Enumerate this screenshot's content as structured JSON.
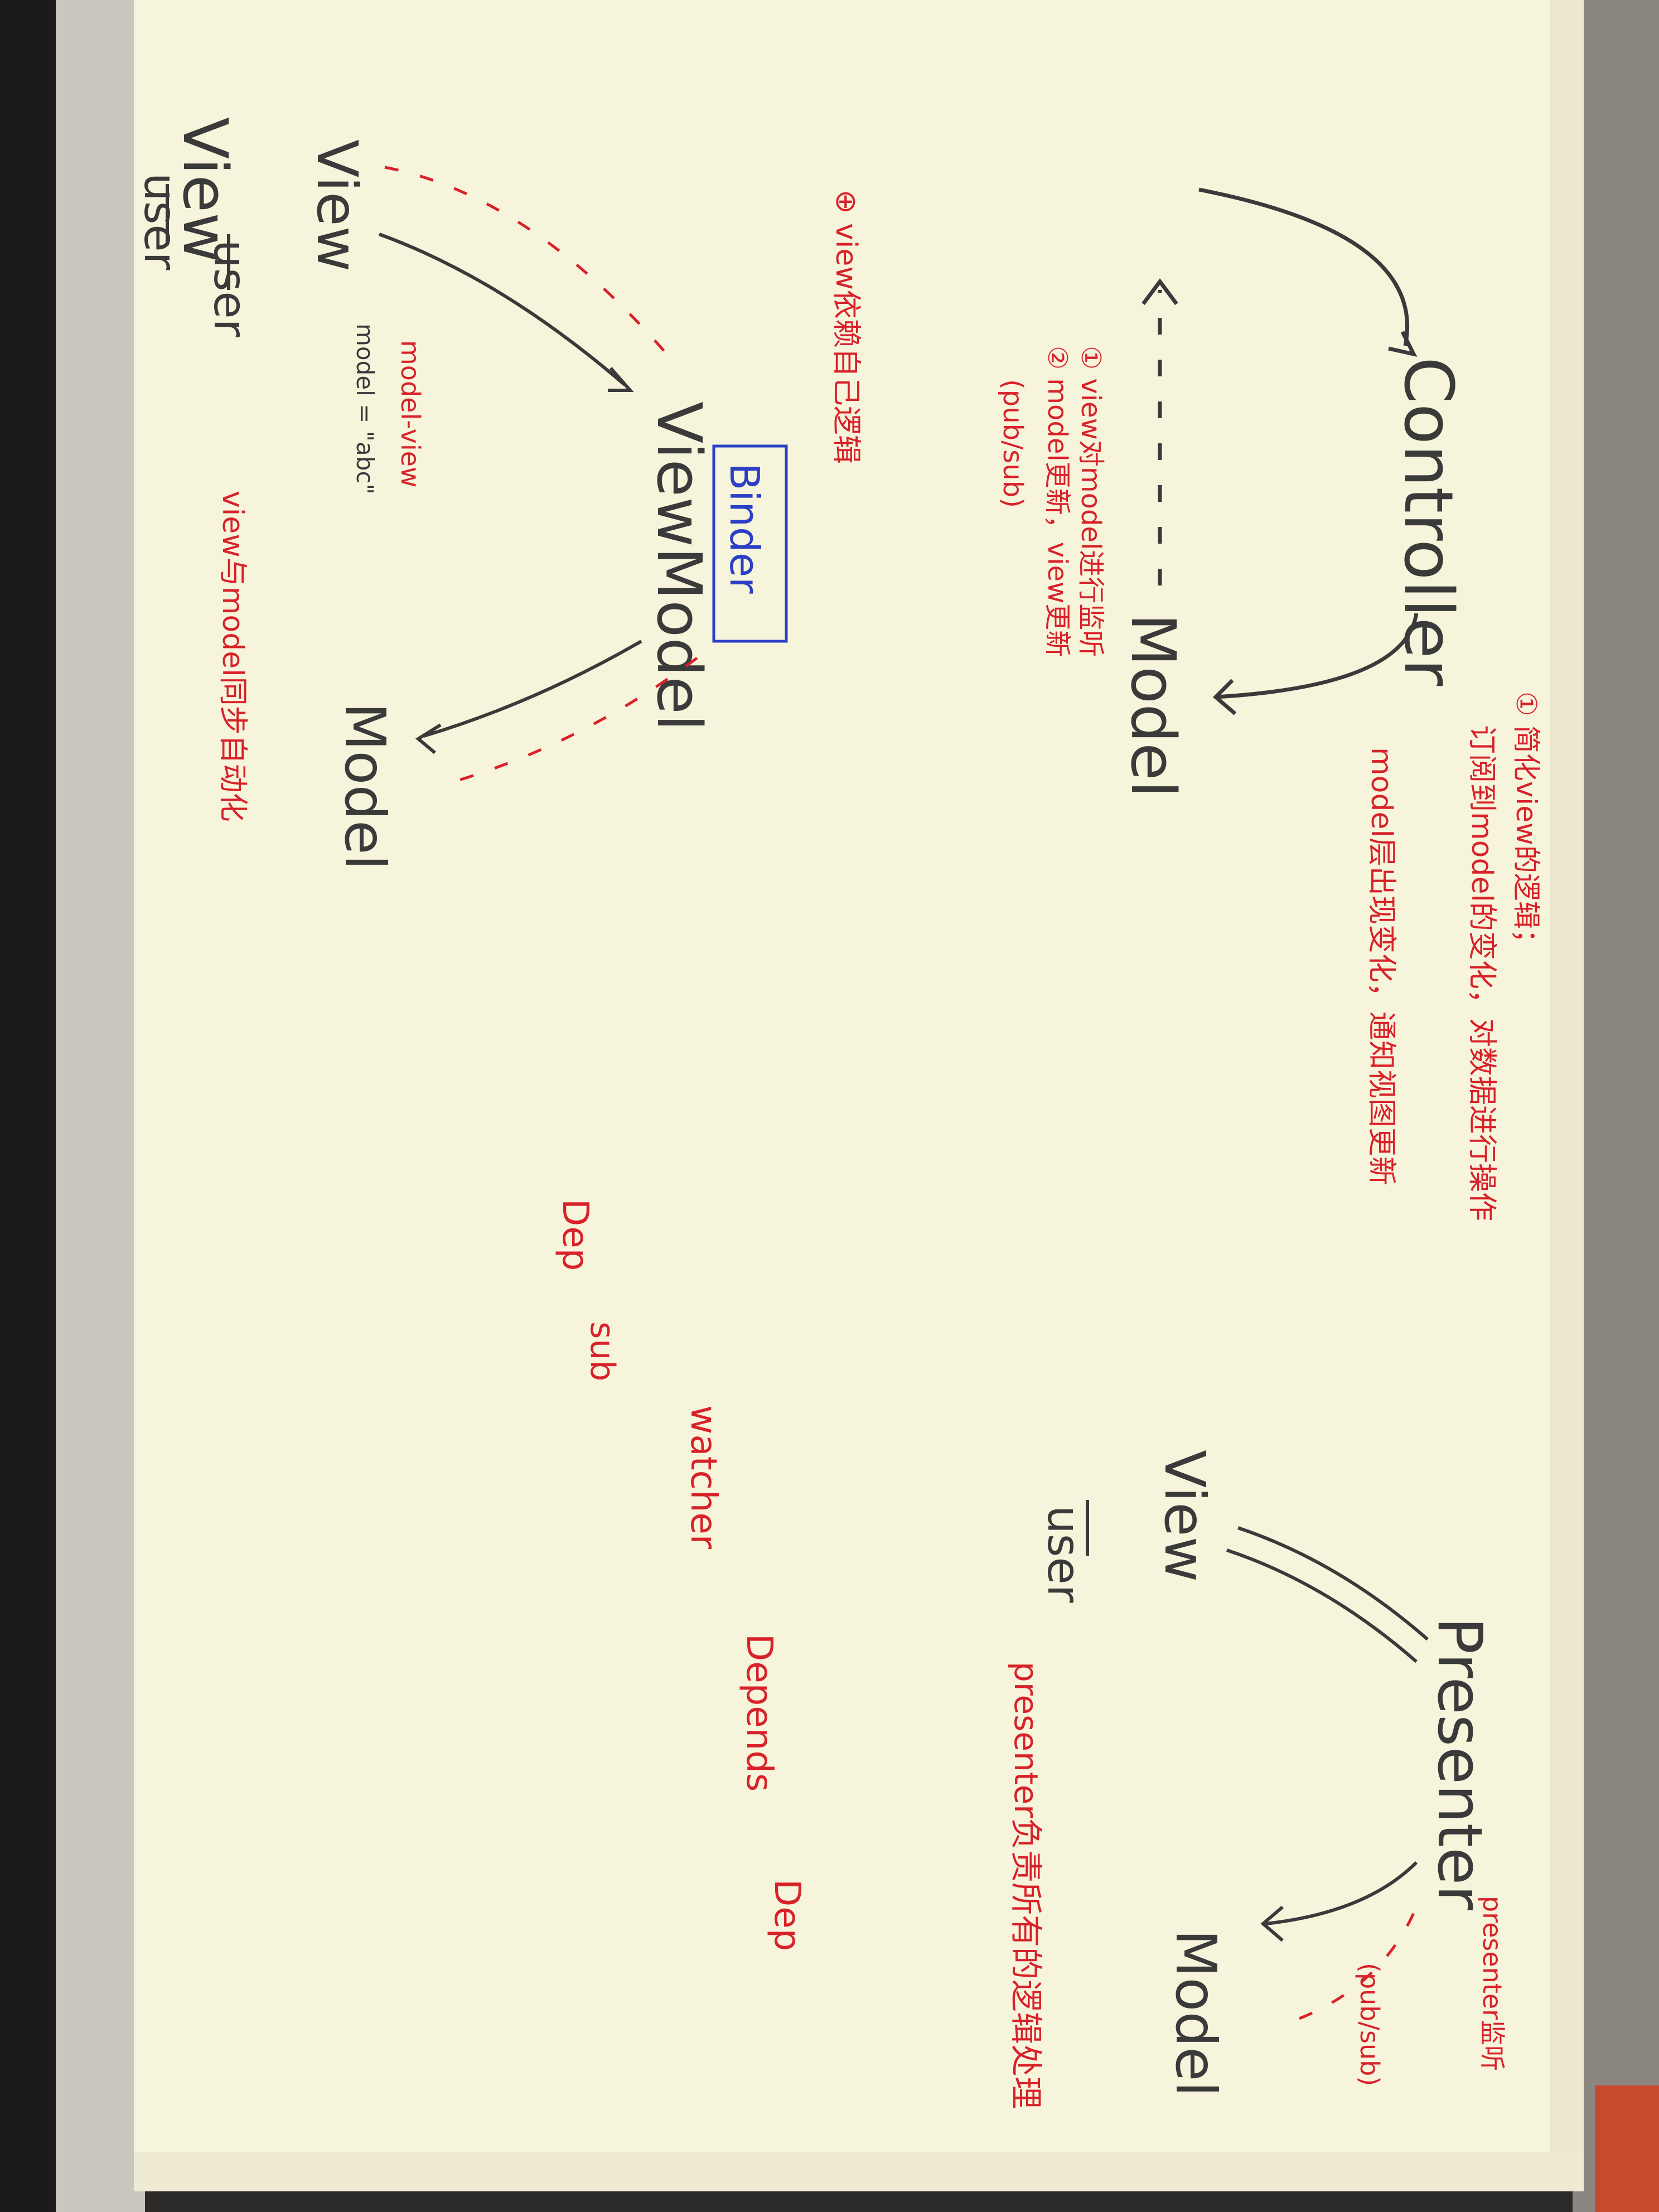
{
  "photo": {
    "subject": "Handwritten notebook page with MVC, MVP and MVVM diagrams, photographed rotated 90 degrees"
  },
  "colors": {
    "paper": "#f7f4dc",
    "pencil": "#3a3a3a",
    "red_pen": "#d8222a",
    "blue_pen": "#2a3fc6",
    "book_cover_green": "#2f7a2a"
  },
  "mvc": {
    "view": "View",
    "controller": "Controller",
    "model": "Model",
    "user": "user",
    "note_1": "① view对model进行监听",
    "note_2": "② model更新，view更新",
    "note_3": "(pub/sub)",
    "note_4": "⊕ view依赖自己逻辑"
  },
  "mvvm": {
    "view": "View",
    "viewmodel": "ViewModel",
    "model": "Model",
    "user": "user",
    "binder": "Binder",
    "binding_1": "model-view",
    "binding_2": "model = \"abc\"",
    "note": "view与model同步自动化"
  },
  "mvp": {
    "view": "View",
    "presenter": "Presenter",
    "model": "Model",
    "user": "user",
    "pubsub": "(pub/sub)",
    "note_presenter": "presenter监听",
    "note_logic": "presenter负责所有的逻辑处理"
  },
  "middle_notes": {
    "line_1": "① 简化view的逻辑；",
    "line_2": "订阅到model的变化，对数据进行操作",
    "line_3": "model层出现变化，通知视图更新"
  },
  "watcher_flow": {
    "dep": "Dep",
    "sub": "sub",
    "watcher": "watcher",
    "depends": "Depends",
    "dep_end": "Dep"
  }
}
